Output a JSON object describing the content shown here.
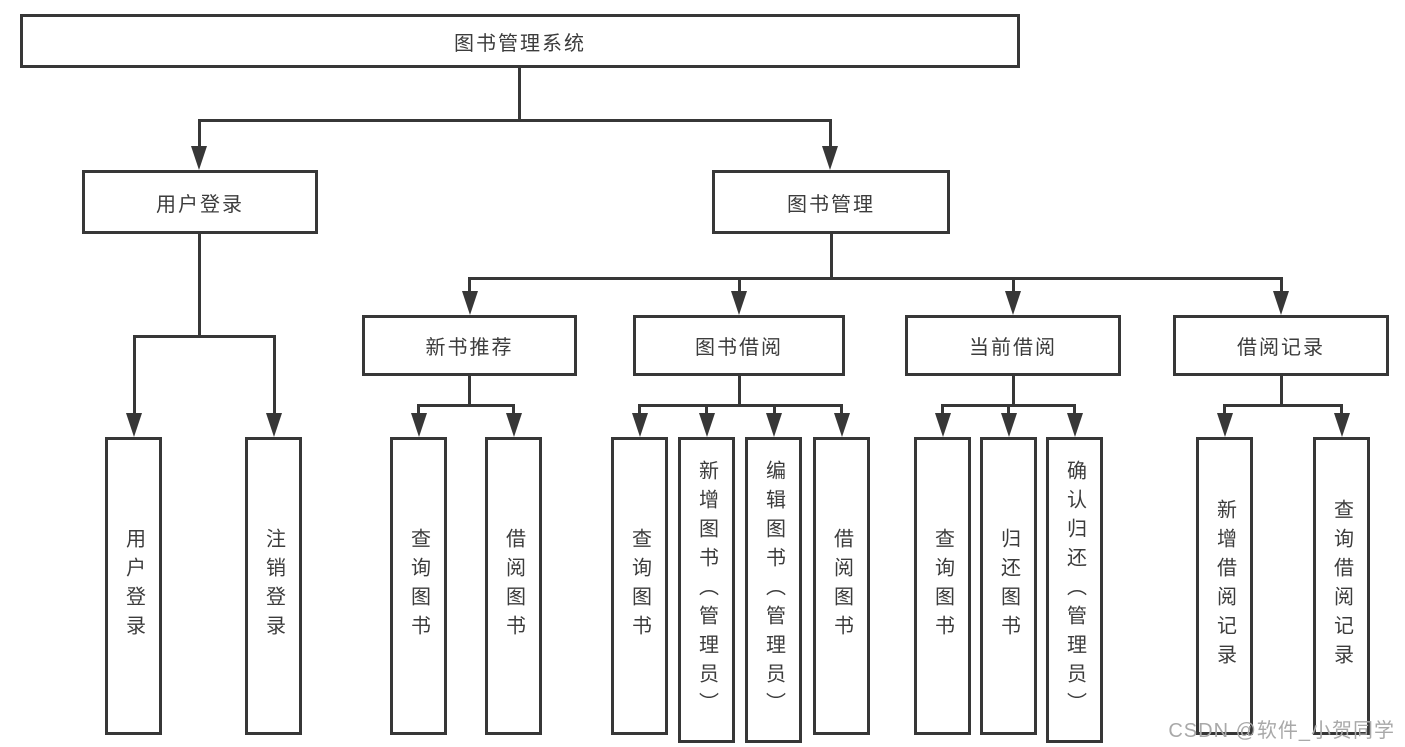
{
  "nodes": {
    "root": "图书管理系统",
    "user_login": "用户登录",
    "book_mgmt": "图书管理",
    "new_book_rec": "新书推荐",
    "book_borrowing": "图书借阅",
    "current_borrowing": "当前借阅",
    "borrowing_records": "借阅记录",
    "leaf_user_login": "用户登录",
    "leaf_logout": "注销登录",
    "leaf_nbr_query": "查询图书",
    "leaf_nbr_borrow": "借阅图书",
    "leaf_bb_query": "查询图书",
    "leaf_bb_add": "新增图书（管理员）",
    "leaf_bb_edit": "编辑图书（管理员）",
    "leaf_bb_borrow": "借阅图书",
    "leaf_cb_query": "查询图书",
    "leaf_cb_return": "归还图书",
    "leaf_cb_confirm": "确认归还（管理员）",
    "leaf_br_add": "新增借阅记录",
    "leaf_br_query": "查询借阅记录"
  },
  "watermark": {
    "text": "CSDN @软件_小贺同学"
  },
  "colors": {
    "line": "#373737",
    "box_border": "#373737",
    "text": "#3c3c3c",
    "background": "#ffffff",
    "watermark": "#a9a9a9"
  }
}
